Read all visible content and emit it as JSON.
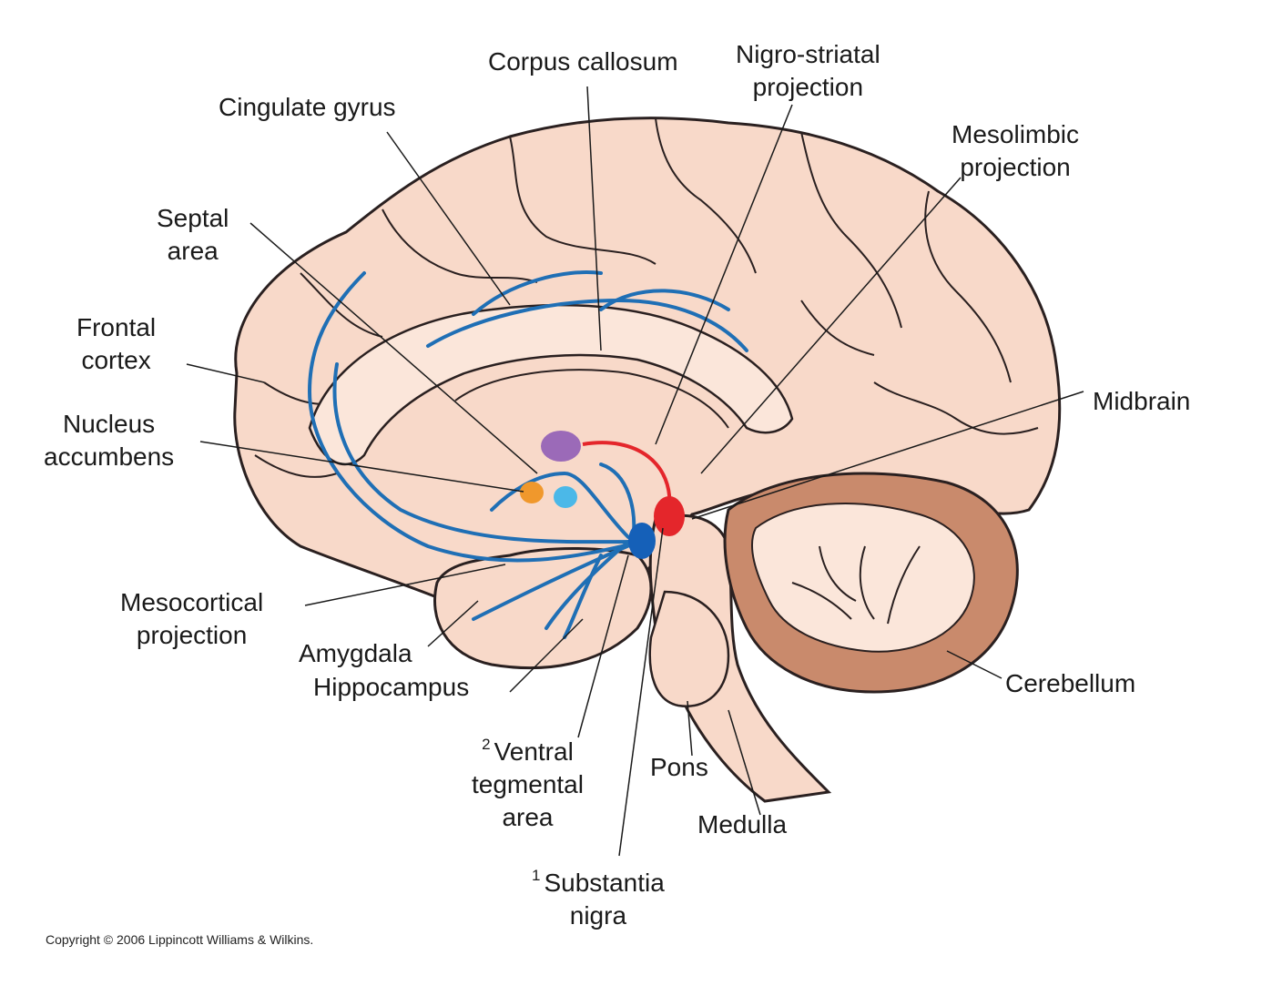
{
  "labels": {
    "corpus_callosum": "Corpus callosum",
    "nigro_striatal": [
      "Nigro-striatal",
      "projection"
    ],
    "cingulate_gyrus": "Cingulate gyrus",
    "mesolimbic": [
      "Mesolimbic",
      "projection"
    ],
    "septal_area": [
      "Septal",
      "area"
    ],
    "frontal_cortex": [
      "Frontal",
      "cortex"
    ],
    "nucleus_accumbens": [
      "Nucleus",
      "accumbens"
    ],
    "midbrain": "Midbrain",
    "mesocortical": [
      "Mesocortical",
      "projection"
    ],
    "amygdala": "Amygdala",
    "hippocampus": "Hippocampus",
    "cerebellum": "Cerebellum",
    "ventral_tegmental": {
      "footnote": "2",
      "lines": [
        "Ventral",
        "tegmental",
        "area"
      ]
    },
    "pons": "Pons",
    "medulla": "Medulla",
    "substantia_nigra": {
      "footnote": "1",
      "lines": [
        "Substantia",
        "nigra"
      ]
    }
  },
  "copyright": "Copyright © 2006 Lippincott Williams & Wilkins.",
  "colors": {
    "brain_fill": "#f8d9c9",
    "brain_outline": "#2a2020",
    "cerebellum": "#c98a6c",
    "pathway_blue": "#1f6fb5",
    "nigrostriatal_red": "#e4262b",
    "substantia_nigra": "#e4262b",
    "ventral_tegmental": "#1560b8",
    "caudate_purple": "#9b6ab8",
    "accumbens_orange": "#f0982c",
    "amygdala_cyan": "#4bb8e8"
  }
}
